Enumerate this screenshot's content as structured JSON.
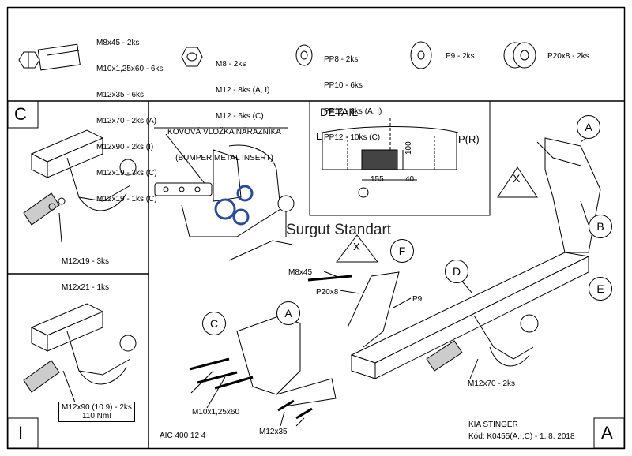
{
  "parts": {
    "bolt_list": [
      "M8x45 - 2ks",
      "M10x1,25x60 - 6ks",
      "M12x35 - 6ks",
      "M12x70 - 2ks (A)",
      "M12x90 - 2ks (I)",
      "M12x19 - 3ks (C)",
      "M12x19 - 1ks (C)"
    ],
    "nut_list": [
      "M8 - 2ks",
      "M12 - 8ks (A, I)",
      "M12 - 6ks (C)"
    ],
    "washer_list": [
      "PP8 - 2ks",
      "PP10 - 6ks",
      "PP12 - 8ks (A, I)",
      "PP12 - 10ks (C)"
    ],
    "p9": "P9 - 2ks",
    "p20": "P20x8 - 2ks"
  },
  "variants": {
    "c_label": "C",
    "c_bolts": [
      "M12x19 - 3ks",
      "M12x21 - 1ks"
    ],
    "i_label": "I",
    "i_bolts": [
      "M12x90 (10.9) - 2ks",
      "110 Nm!"
    ]
  },
  "bumper": {
    "insert_label": [
      "KOVOVÁ VLOŽKA NÁRAZNÍKA",
      "(BUMPER METAL INSERT)"
    ]
  },
  "detail": {
    "title": "DETAIL",
    "left": "L",
    "right": "P(R)",
    "dim_width": "155",
    "dim_offset": "40",
    "dim_height": "100"
  },
  "watermark": "Surgut Standart",
  "main": {
    "callouts": {
      "a_right": "A",
      "b": "B",
      "e": "E",
      "d": "D",
      "f": "F",
      "c": "C",
      "a_left": "A"
    },
    "warn_x": "X",
    "warn_x2": "X",
    "m8x45": "M8x45",
    "p20x8": "P20x8",
    "p9": "P9",
    "m12x70": "M12x70 - 2ks",
    "m10": "M10x1,25x60",
    "m12x35": "M12x35"
  },
  "footer": {
    "code_left": "AIC 400 12 4",
    "model": "KIA STINGER",
    "code": "Kód: K0455(A,I,C) - 1. 8. 2018",
    "variant": "A"
  }
}
